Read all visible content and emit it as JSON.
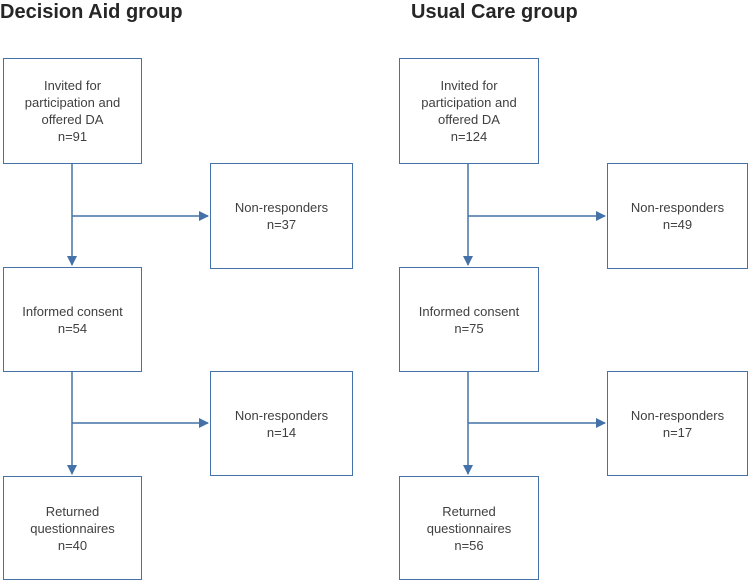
{
  "groups": [
    {
      "title": "Decision Aid group",
      "invited": {
        "line1": "Invited for",
        "line2": "participation and",
        "line3": "offered DA",
        "count": "n=91"
      },
      "nonresponders1": {
        "label": "Non-responders",
        "count": "n=37"
      },
      "consent": {
        "label": "Informed consent",
        "count": "n=54"
      },
      "nonresponders2": {
        "label": "Non-responders",
        "count": "n=14"
      },
      "returned": {
        "line1": "Returned",
        "line2": "questionnaires",
        "count": "n=40"
      }
    },
    {
      "title": "Usual Care group",
      "invited": {
        "line1": "Invited for",
        "line2": "participation and",
        "line3": "offered DA",
        "count": "n=124"
      },
      "nonresponders1": {
        "label": "Non-responders",
        "count": "n=49"
      },
      "consent": {
        "label": "Informed consent",
        "count": "n=75"
      },
      "nonresponders2": {
        "label": "Non-responders",
        "count": "n=17"
      },
      "returned": {
        "line1": "Returned",
        "line2": "questionnaires",
        "count": "n=56"
      }
    }
  ],
  "colors": {
    "box_border": "#4472a8",
    "arrow": "#4472a8",
    "title_text": "#262626",
    "box_text": "#404040"
  }
}
